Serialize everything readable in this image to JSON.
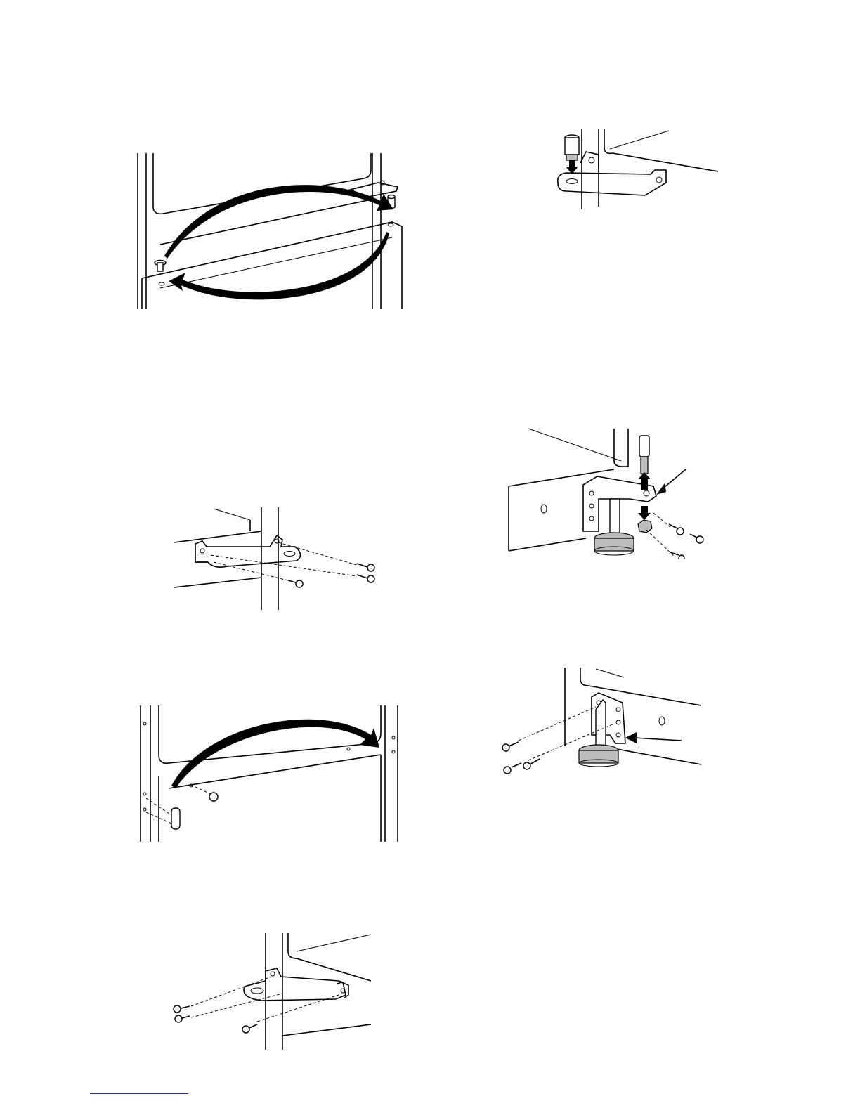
{
  "page": {
    "figures": [
      {
        "id": "fig1",
        "depicts": "swap-hinge-pins-arrow"
      },
      {
        "id": "fig2",
        "depicts": "hinge-pin-insert"
      },
      {
        "id": "fig3",
        "depicts": "top-hinge-bracket-screws"
      },
      {
        "id": "fig4",
        "depicts": "bottom-hinge-removal"
      },
      {
        "id": "fig5",
        "depicts": "door-stop-relocation-arrow"
      },
      {
        "id": "fig6",
        "depicts": "bottom-hinge-install"
      },
      {
        "id": "fig7",
        "depicts": "center-hinge-bracket-screws"
      }
    ],
    "colors": {
      "line": "#000000",
      "fill": "#bdbdbd",
      "rule": "#2233aa"
    }
  }
}
